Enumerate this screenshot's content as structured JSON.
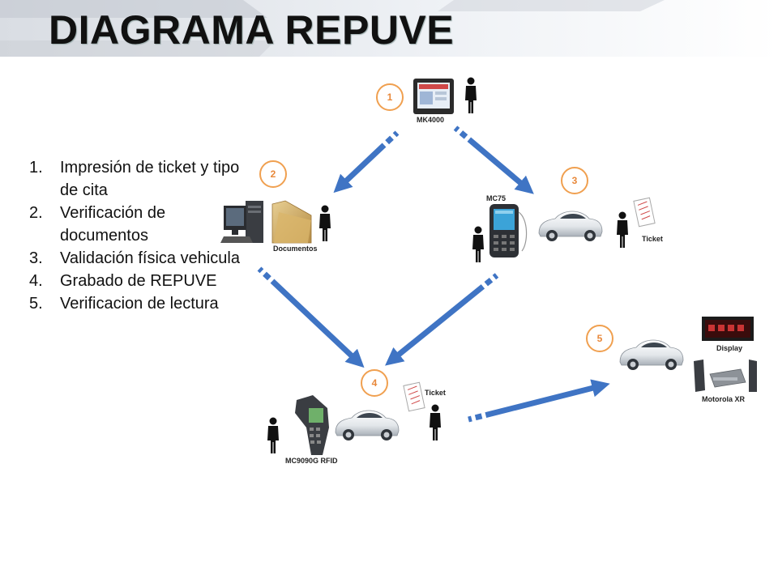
{
  "header": {
    "title": "DIAGRAMA REPUVE"
  },
  "steps": [
    {
      "num": "1.",
      "text": "Impresión de ticket y tipo de cita"
    },
    {
      "num": "2.",
      "text": "Verificación de documentos"
    },
    {
      "num": "3.",
      "text": "Validación física vehicula"
    },
    {
      "num": "4.",
      "text": "Grabado de REPUVE"
    },
    {
      "num": "5.",
      "text": "Verificacion de lectura"
    }
  ],
  "stations": {
    "s1": {
      "badge": "1",
      "device": "MK4000"
    },
    "s2": {
      "badge": "2",
      "device": "Documentos"
    },
    "s3": {
      "badge": "3",
      "device": "MC75",
      "ticket": "Ticket"
    },
    "s4": {
      "badge": "4",
      "device": "MC9090G RFID",
      "ticket": "Ticket"
    },
    "s5": {
      "badge": "5",
      "display": "Display",
      "reader": "Motorola XR"
    }
  },
  "colors": {
    "arrow": "#3f74c4",
    "badge_ring": "#f0a050",
    "badge_text": "#e8883a",
    "header_band": "#e4e8ee"
  },
  "icons": [
    "kiosk-icon",
    "person-icon",
    "computer-icon",
    "folder-icon",
    "handheld-icon",
    "car-icon",
    "ticket-icon",
    "rfid-scanner-icon",
    "led-display-icon",
    "rfid-reader-icon",
    "antenna-icon"
  ]
}
